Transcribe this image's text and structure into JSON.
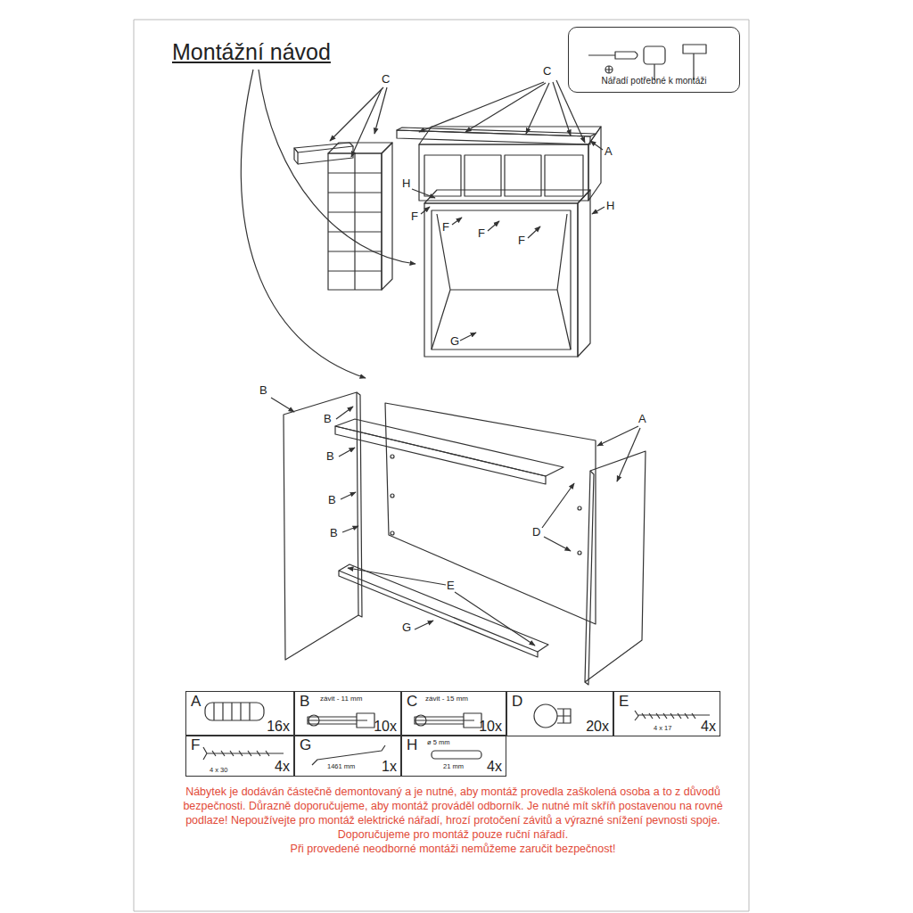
{
  "diagram": {
    "title": "Montážní návod",
    "nodes": [
      {
        "text": [
          "Nářadí potřebné k montáži"
        ]
      },
      {
        "text": [
          "A",
          "16x"
        ]
      },
      {
        "text": [
          "B",
          "závit - 11 mm",
          "10x"
        ]
      },
      {
        "text": [
          "C",
          "závit - 15 mm",
          "10x"
        ]
      },
      {
        "text": [
          "D",
          "20x"
        ]
      },
      {
        "text": [
          "E",
          "4 x 17",
          "4x"
        ]
      },
      {
        "text": [
          "F",
          "4 x 30",
          "4x"
        ]
      },
      {
        "text": [
          "G",
          "1461 mm",
          "1x"
        ]
      },
      {
        "text": [
          "H",
          "ø 5 mm",
          "21 mm",
          "4x"
        ]
      }
    ],
    "labels": [
      "C",
      "C",
      "A",
      "H",
      "H",
      "F",
      "F",
      "F",
      "F",
      "G",
      "B",
      "B",
      "B",
      "B",
      "B",
      "A",
      "D",
      "E",
      "G",
      "Nábytek je dodáván částečně demontovaný a je nutné, aby montáž provedla zaškolená osoba a to z důvodů bezpečnosti. Důrazně doporučujeme, aby montáž prováděl odborník. Je nutné mít skříň postavenou na rovné podlaze! Nepoužívejte pro montáž elektrické nářadí, hrozí protočení závitů a výrazné snížení pevnosti spoje. Doporučujeme pro montáž pouze ruční nářadí.",
      "Při provedené neodborné montáži nemůžeme zaručit bezpečnost!"
    ]
  }
}
